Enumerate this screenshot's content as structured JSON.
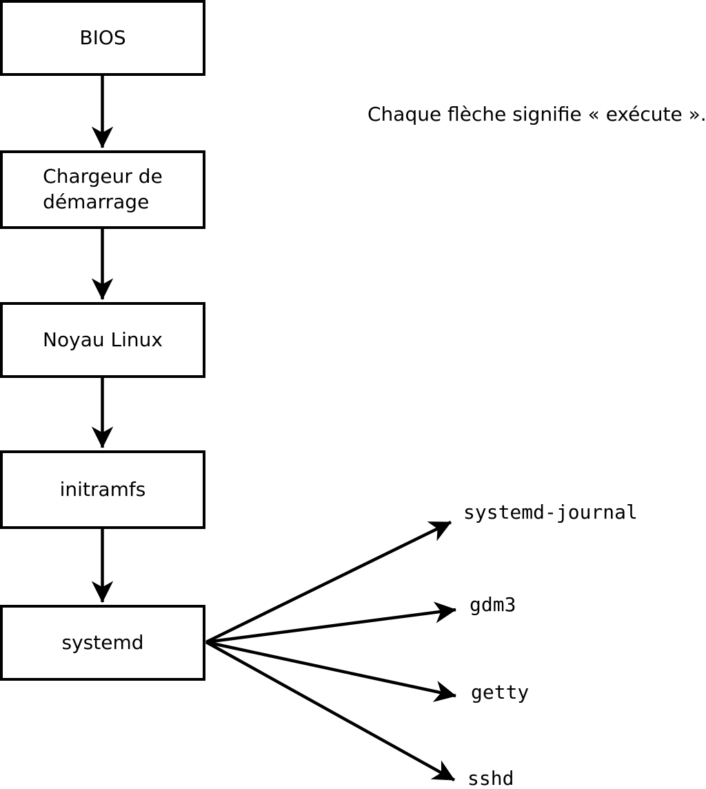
{
  "diagram": {
    "caption": "Chaque flèche signifie « exécute ».",
    "boxes": [
      {
        "id": "bios",
        "label": "BIOS"
      },
      {
        "id": "bootloader",
        "label": "Chargeur de\ndémarrage"
      },
      {
        "id": "kernel",
        "label": "Noyau Linux"
      },
      {
        "id": "initramfs",
        "label": "initramfs"
      },
      {
        "id": "systemd",
        "label": "systemd"
      }
    ],
    "spawned_processes": [
      "systemd-journal",
      "gdm3",
      "getty",
      "sshd"
    ],
    "colors": {
      "ink": "#000000",
      "background": "#ffffff",
      "box_fill": "#ffffff"
    }
  }
}
